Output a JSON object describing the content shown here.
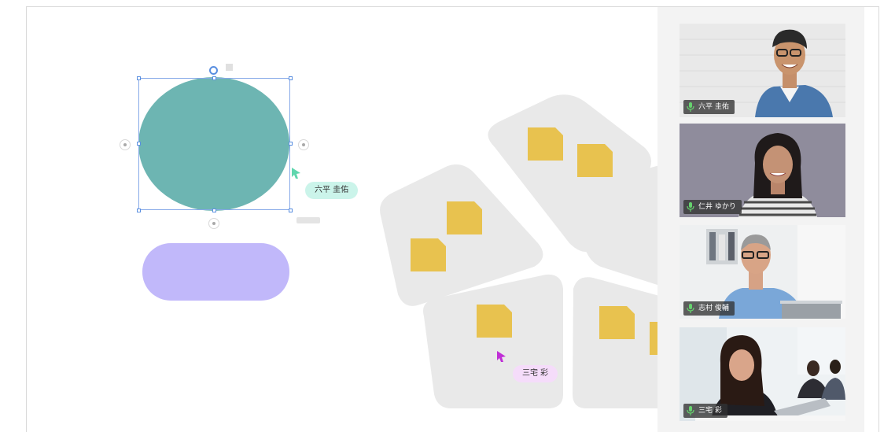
{
  "whiteboard": {
    "shapes": {
      "ellipse_color": "#6db5b2",
      "pill_color": "#c1b8fa"
    },
    "sticky_color": "#e8c24f",
    "petal_color": "#e9e9e9",
    "collaborator_labels": [
      {
        "name": "六平 圭佑",
        "pill_color": "#cbf4ea",
        "cursor_color": "#5fd6ae"
      },
      {
        "name": "三宅 彩",
        "pill_color": "#f5dcfa",
        "cursor_color": "#c02fd6"
      }
    ]
  },
  "participants": [
    {
      "name": "六平 圭佑",
      "mic": "mic-icon",
      "bg": "#e6e6e6"
    },
    {
      "name": "仁井 ゆかり",
      "mic": "mic-icon",
      "bg": "#8f8c9c"
    },
    {
      "name": "志村 俊輔",
      "mic": "mic-icon",
      "bg": "#e3e6e8"
    },
    {
      "name": "三宅 彩",
      "mic": "mic-icon",
      "bg": "#e8ebee"
    }
  ]
}
